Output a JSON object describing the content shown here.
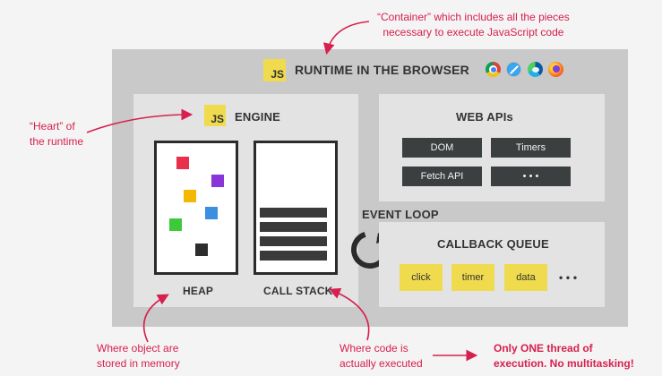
{
  "annotations": {
    "container": [
      "“Container” which includes all the pieces",
      "necessary to execute JavaScript code"
    ],
    "heart": [
      "“Heart” of",
      "the runtime"
    ],
    "heap_note": [
      "Where object are",
      "stored in memory"
    ],
    "stack_note": [
      "Where code is",
      "actually executed"
    ],
    "thread_note": [
      "Only ONE thread of",
      "execution. No multitasking!"
    ]
  },
  "runtime": {
    "title": "RUNTIME IN THE BROWSER",
    "badge": "JS"
  },
  "engine": {
    "title": "ENGINE",
    "badge": "JS",
    "heap_label": "HEAP",
    "stack_label": "CALL STACK"
  },
  "web_apis": {
    "title": "WEB APIs",
    "items": [
      "DOM",
      "Timers",
      "Fetch API",
      "• • •"
    ]
  },
  "event_loop": {
    "label": "EVENT LOOP"
  },
  "callback_queue": {
    "title": "CALLBACK QUEUE",
    "items": [
      "click",
      "timer",
      "data"
    ],
    "more": "• • •"
  },
  "browser_icons": [
    "chrome-icon",
    "safari-icon",
    "edge-icon",
    "firefox-icon"
  ],
  "colors": {
    "accent": "#d6204e",
    "js_yellow": "#f0db4f",
    "runtime_bg": "#c9c9c9",
    "panel_bg": "#e3e3e3",
    "dark": "#3b3f40",
    "heap_blocks": [
      "#e8304a",
      "#8a35d8",
      "#f5b800",
      "#3a8fe0",
      "#3ec93a",
      "#2d2d2d"
    ]
  }
}
